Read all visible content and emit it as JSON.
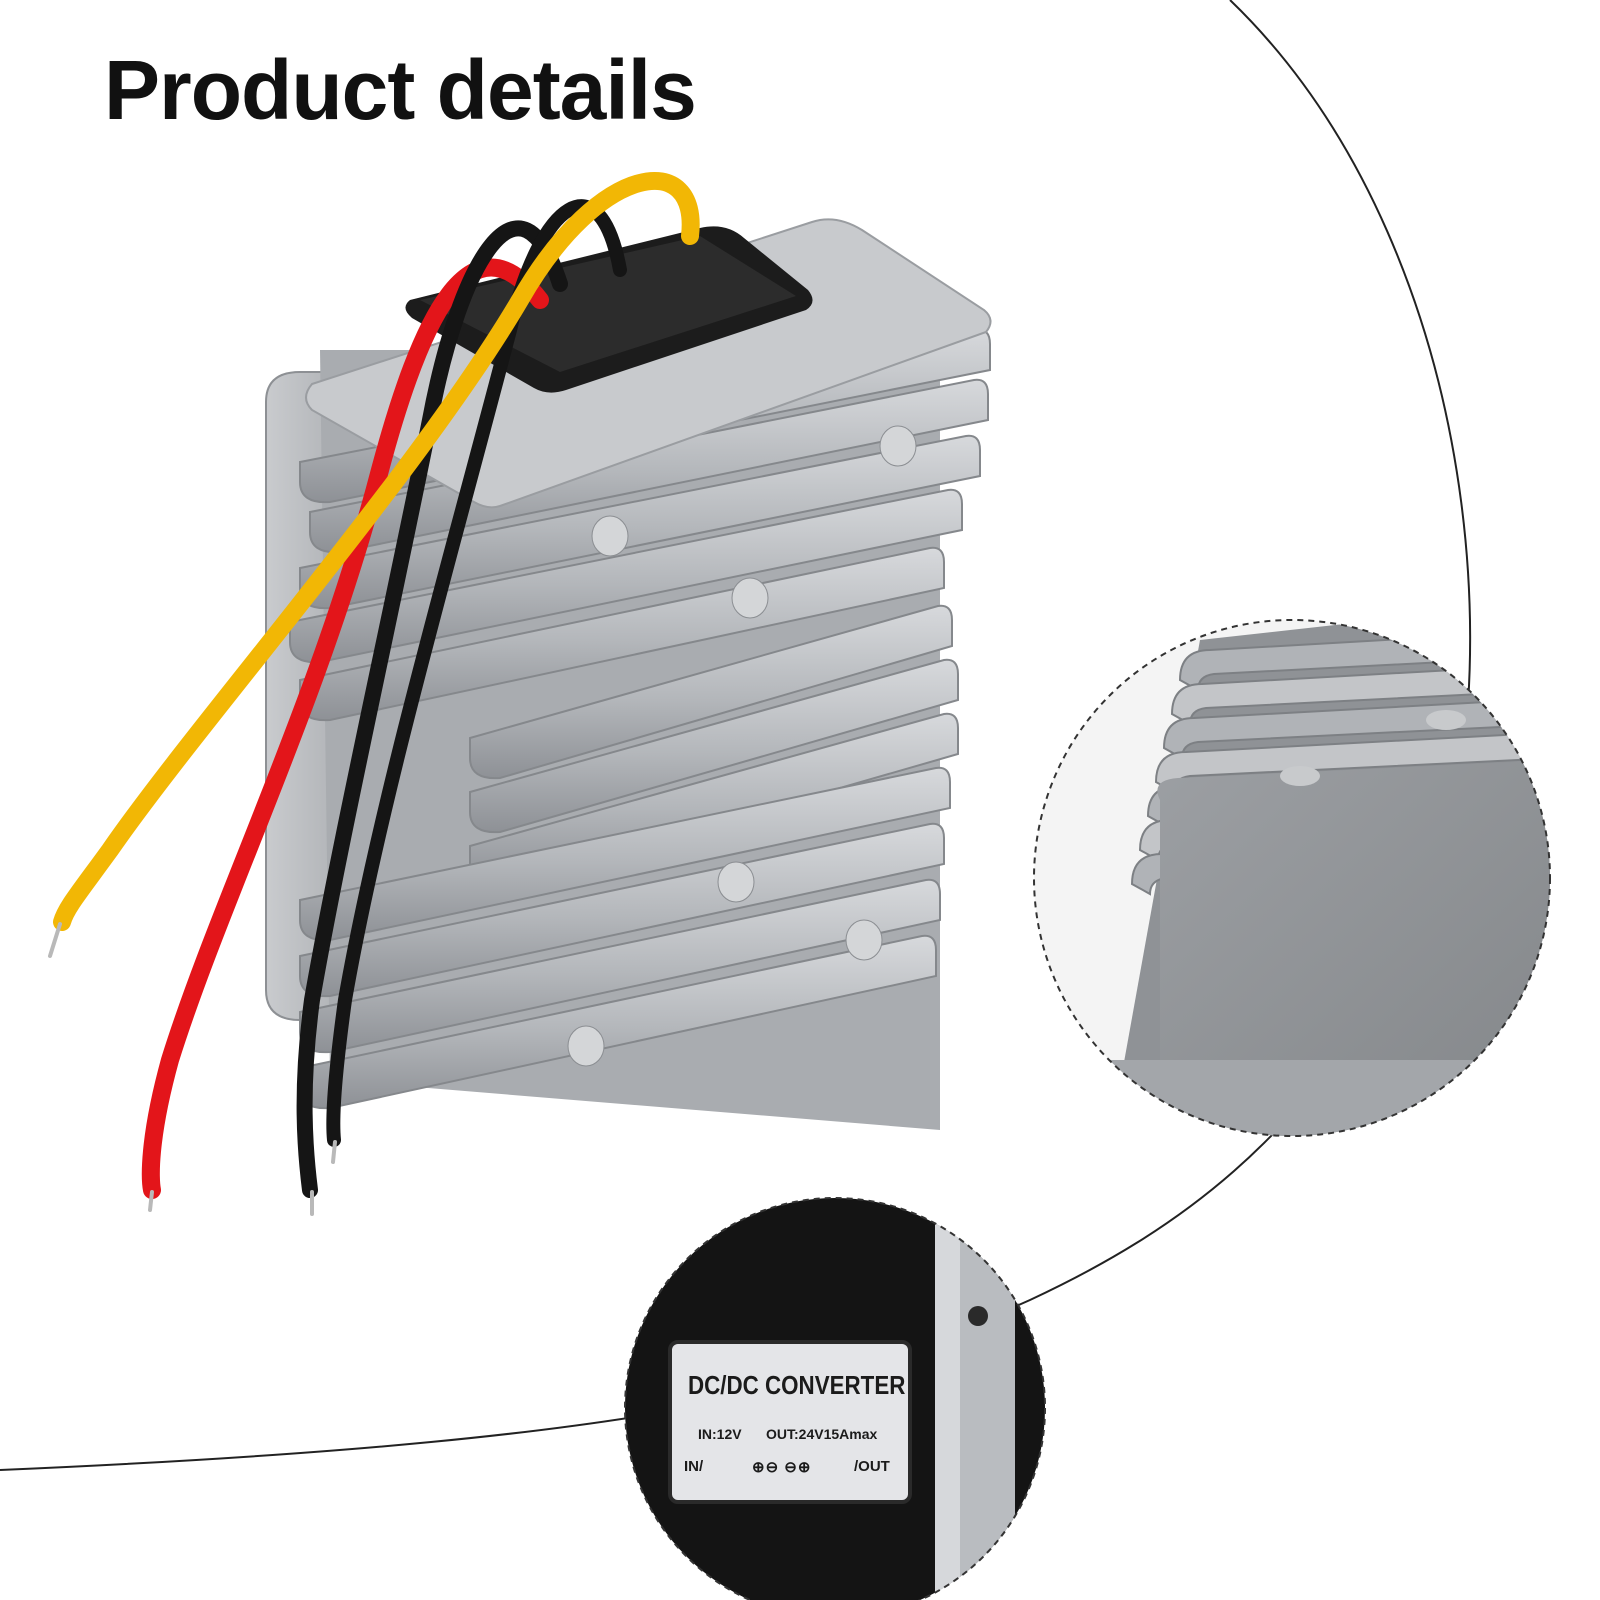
{
  "page": {
    "heading": "Product details"
  },
  "label": {
    "title": "DC/DC CONVERTER",
    "input_spec": "IN:12V",
    "output_spec": "OUT:24V15Amax",
    "in_marker": "IN/",
    "terminal_symbols": "⊕⊖ ⊖⊕",
    "out_marker": "/OUT"
  },
  "colors": {
    "wire_yellow": "#f2b705",
    "wire_red": "#e3151a",
    "wire_black": "#151515",
    "housing": "#b9bcc0",
    "background": "#ffffff"
  }
}
